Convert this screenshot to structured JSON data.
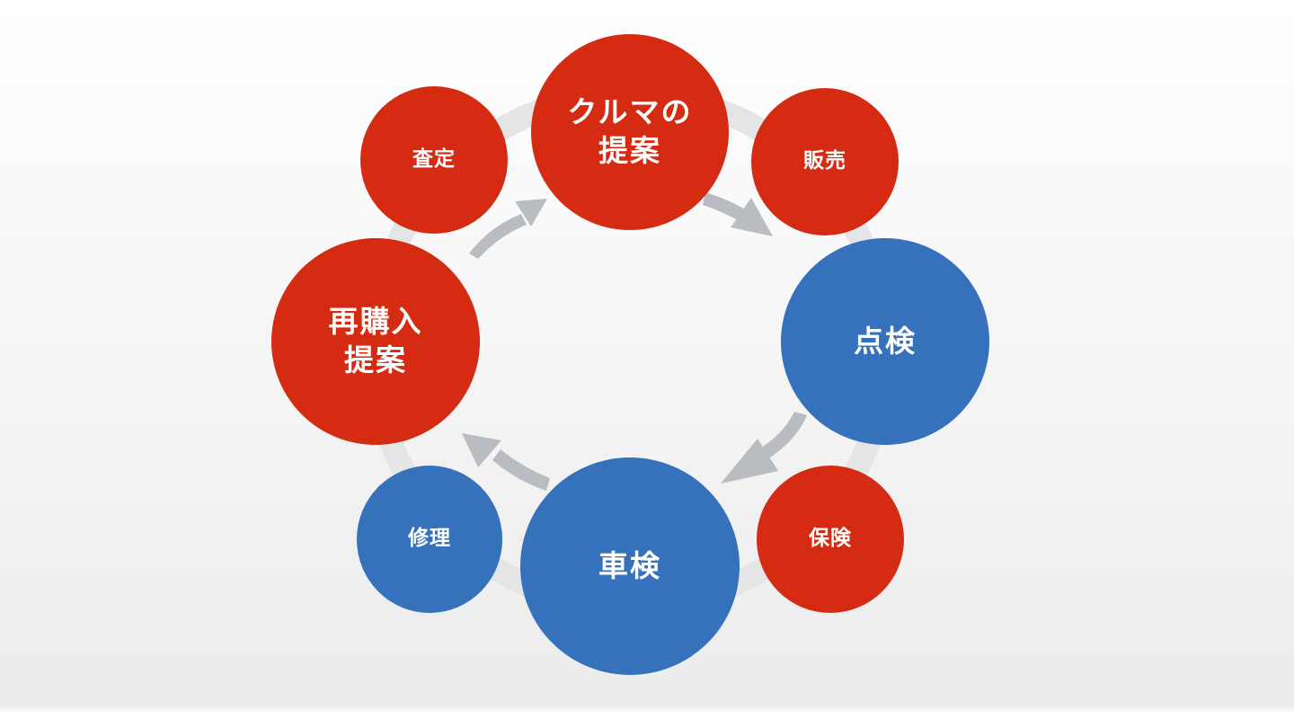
{
  "colors": {
    "red": "#d42b12",
    "blue": "#3572bb",
    "ring": "#e4e5e7",
    "arrow": "#b9bcc0"
  },
  "nodes": {
    "proposal": "クルマの\n提案",
    "sales": "販売",
    "inspection": "点検",
    "insurance": "保険",
    "shaken": "車検",
    "repair": "修理",
    "repurchase": "再購入\n提案",
    "appraisal": "査定"
  }
}
